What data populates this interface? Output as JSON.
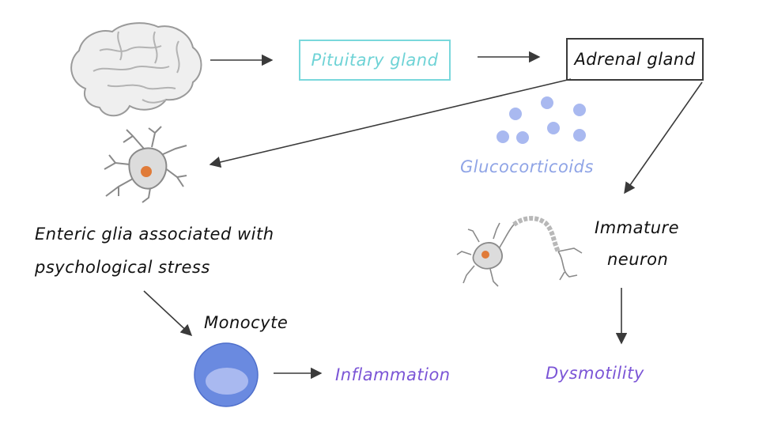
{
  "nodes": {
    "pituitary": "Pituitary gland",
    "adrenal": "Adrenal gland",
    "glucocorticoids": "Glucocorticoids",
    "enteric_glia_line1": "Enteric glia associated with",
    "enteric_glia_line2": "psychological stress",
    "monocyte": "Monocyte",
    "inflammation": "Inflammation",
    "immature_neuron_line1": "Immature",
    "immature_neuron_line2": "neuron",
    "dysmotility": "Dysmotility"
  },
  "colors": {
    "pituitary": "#6fd3d6",
    "glucocorticoids": "#8fa4e6",
    "outcome": "#7b55d6",
    "text": "#111111",
    "arrow": "#3a3a3a",
    "monocyte_outer": "#6a8ae0",
    "monocyte_inner": "#a9b9f0",
    "glia_body": "#dcdcdc",
    "nucleus": "#e07b39"
  },
  "icons": [
    "brain-icon",
    "glial-cell-icon",
    "neuron-icon",
    "monocyte-icon",
    "glucocorticoid-dots-icon"
  ]
}
